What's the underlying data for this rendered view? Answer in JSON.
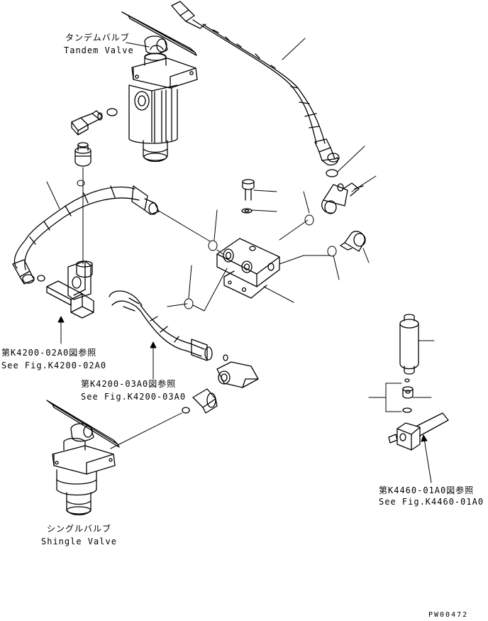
{
  "labels": {
    "tandem_ja": "タンデムバルブ",
    "tandem_en": "Tandem Valve",
    "ref1_ja": "第K4200-02A0図参照",
    "ref1_en": "See Fig.K4200-02A0",
    "ref2_ja": "第K4200-03A0図参照",
    "ref2_en": "See Fig.K4200-03A0",
    "single_ja": "シングルバルブ",
    "single_en": "Shingle Valve",
    "ref3_ja": "第K4460-01A0図参照",
    "ref3_en": "See Fig.K4460-01A0",
    "drawing_no": "PW00472"
  }
}
